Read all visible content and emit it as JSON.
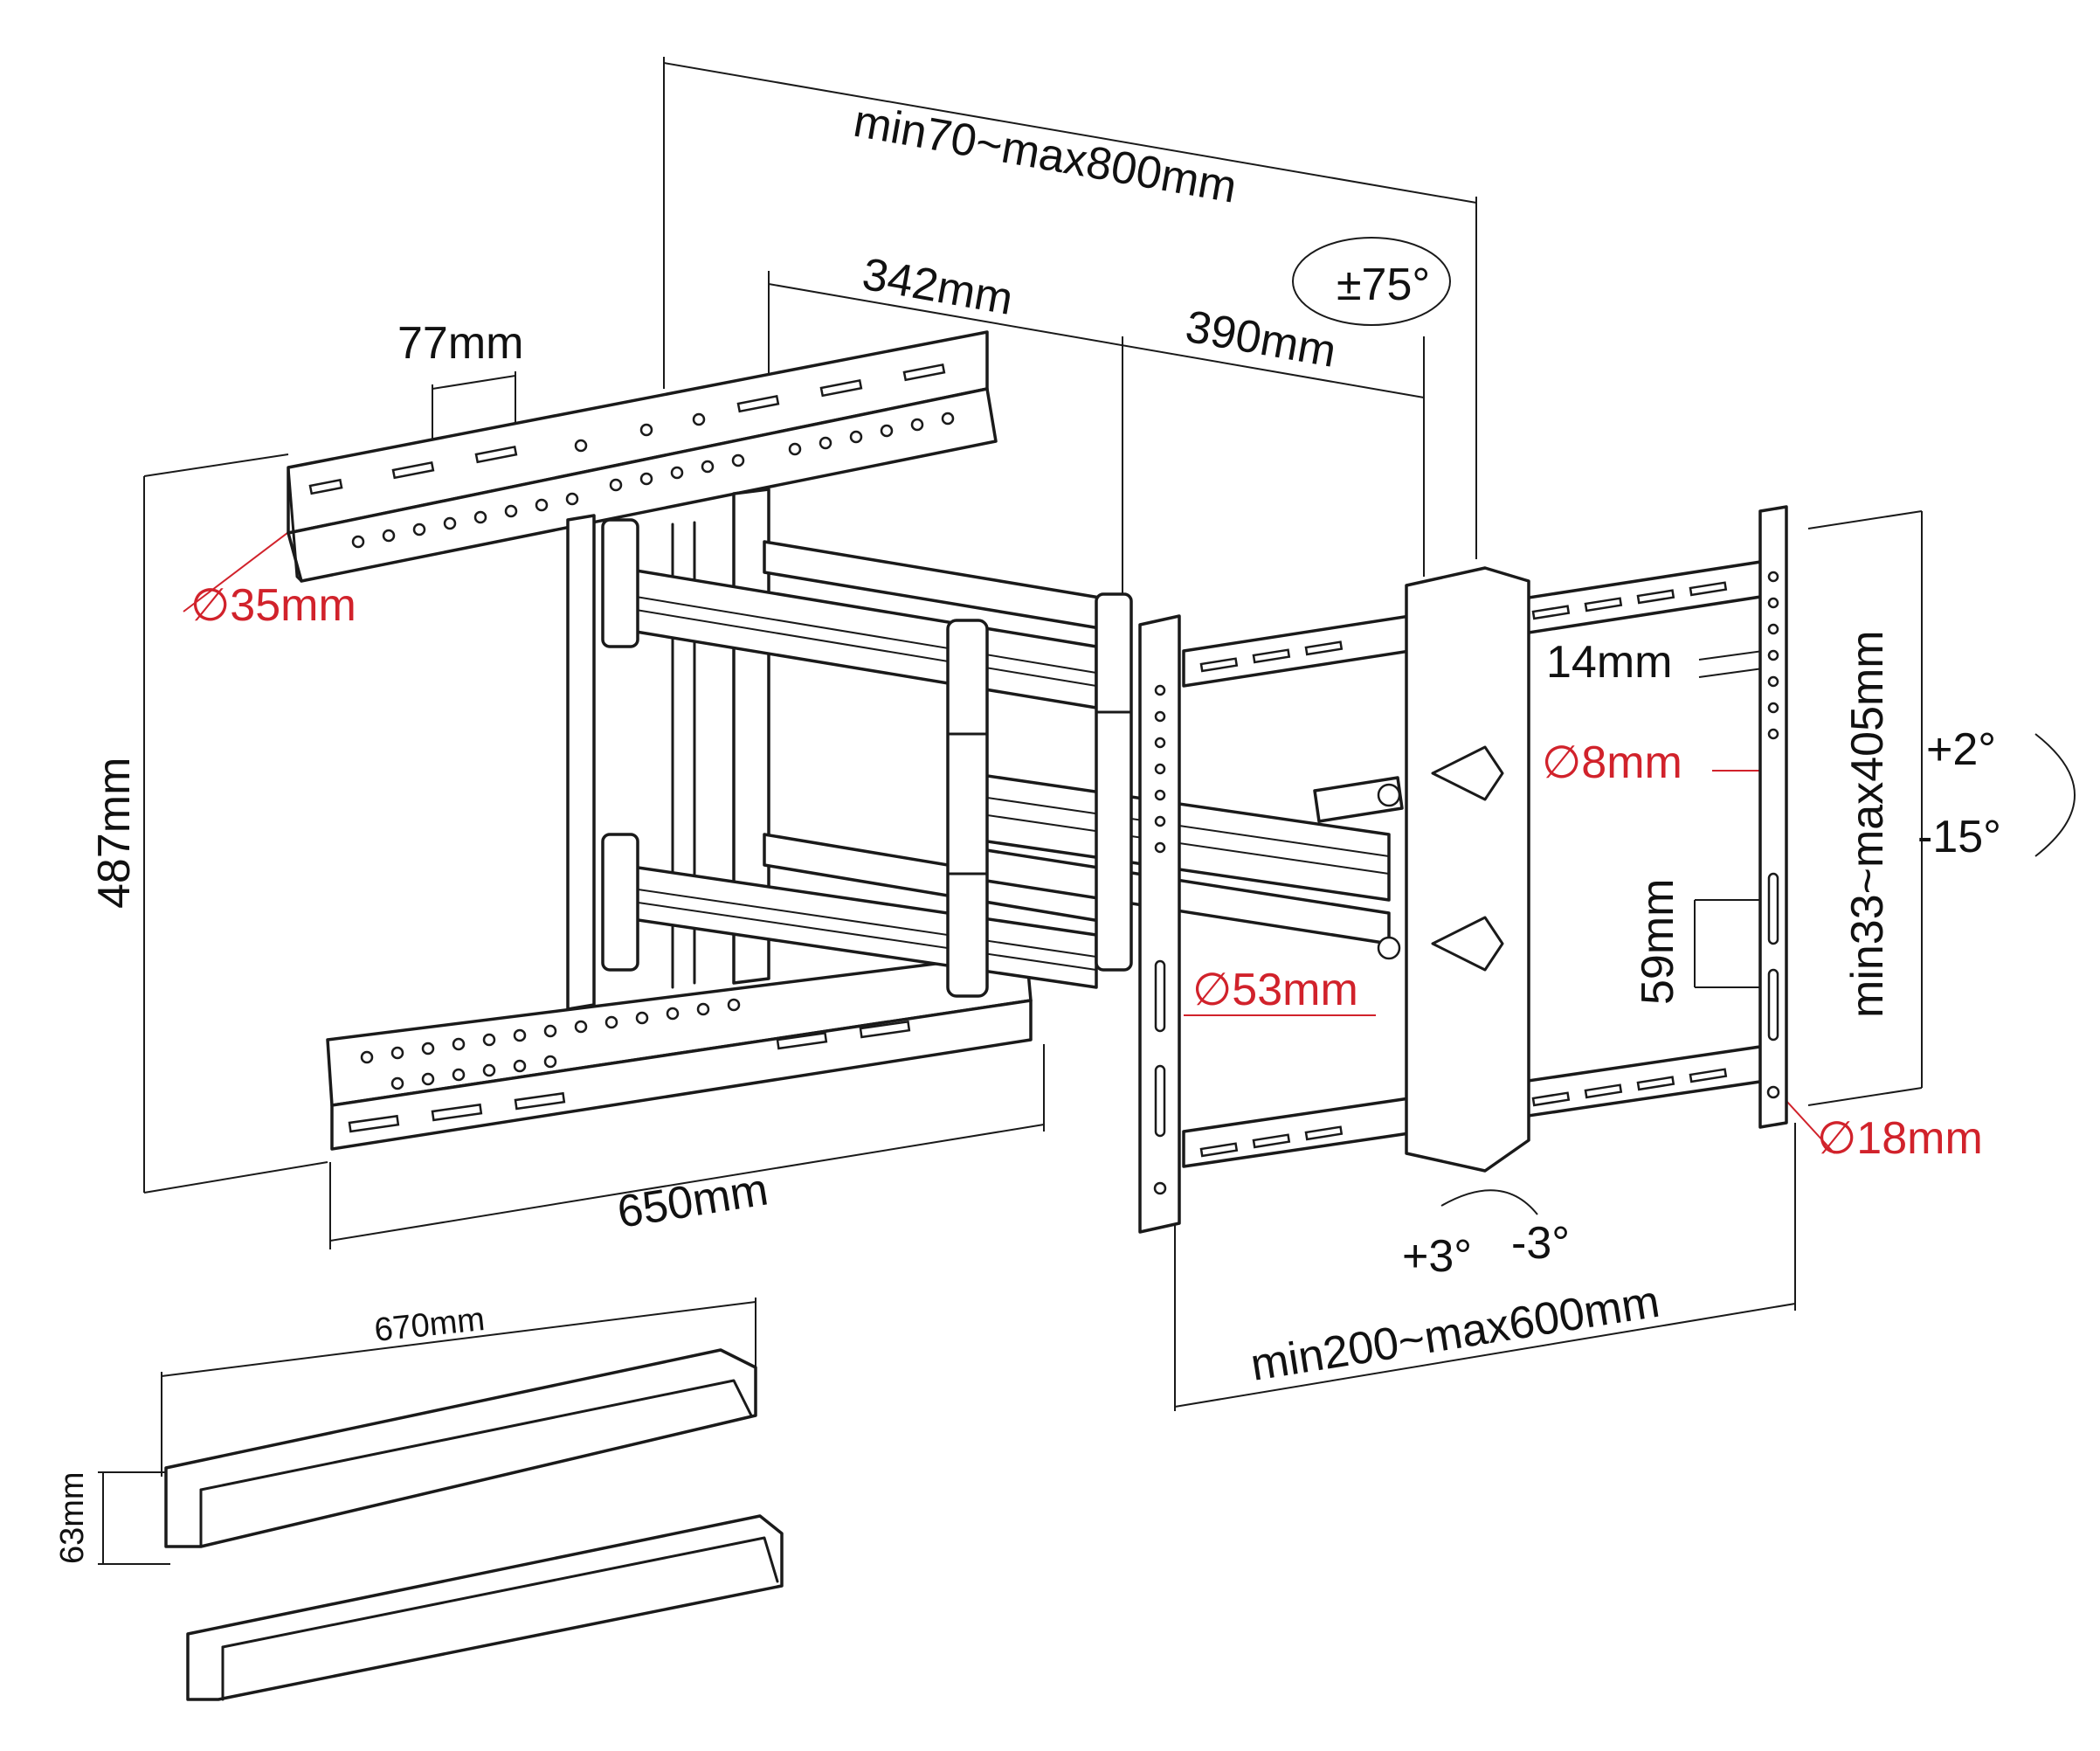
{
  "colors": {
    "line": "#1a1a1a",
    "highlight": "#d1222b",
    "background": "#ffffff"
  },
  "dimensions": {
    "extension": "min70~max800mm",
    "arm_segment_1": "342mm",
    "arm_segment_2": "390mm",
    "swivel": "±75°",
    "slot_spacing": "77mm",
    "wall_hole_diameter": "∅35mm",
    "wall_plate_height": "487mm",
    "wall_plate_width": "650mm",
    "hole_pitch": "14mm",
    "small_hole_diameter": "∅8mm",
    "tilt_up": "+2°",
    "tilt_down": "-15°",
    "slot_length": "59mm",
    "vesa_height": "min33~max405mm",
    "large_hole_diameter": "∅53mm",
    "bottom_hole_diameter": "∅18mm",
    "level_pos": "+3°",
    "level_neg": "-3°",
    "vesa_width": "min200~max600mm",
    "cover_length": "670mm",
    "cover_height": "63mm"
  }
}
